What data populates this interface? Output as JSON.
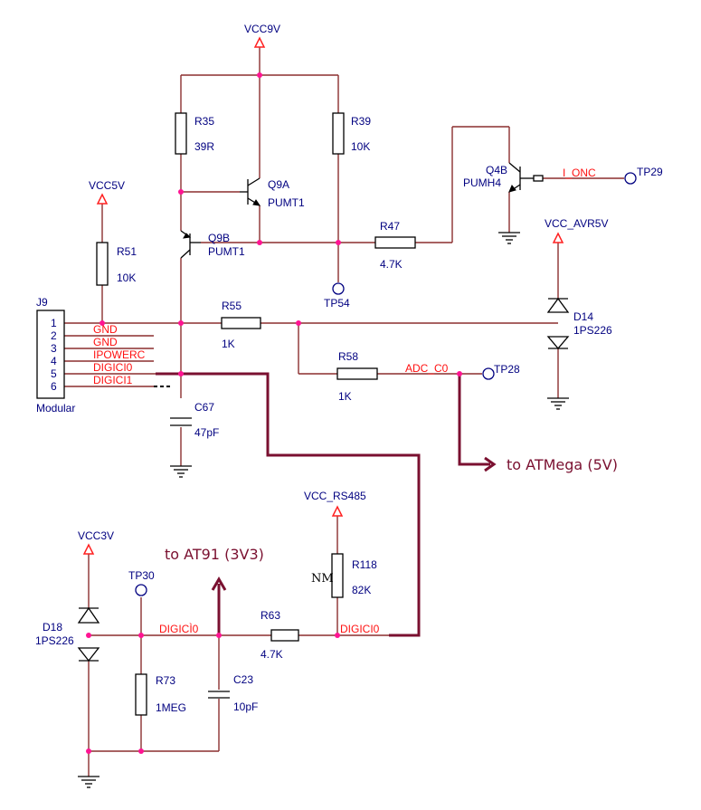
{
  "rails": {
    "vcc9v": "VCC9V",
    "vcc5v": "VCC5V",
    "vcc_avr5v": "VCC_AVR5V",
    "vcc_rs485": "VCC_RS485",
    "vcc3v": "VCC3V"
  },
  "components": {
    "r35": {
      "ref": "R35",
      "value": "39R"
    },
    "r39": {
      "ref": "R39",
      "value": "10K"
    },
    "r51": {
      "ref": "R51",
      "value": "10K"
    },
    "r47": {
      "ref": "R47",
      "value": "4.7K"
    },
    "r55": {
      "ref": "R55",
      "value": "1K"
    },
    "r58": {
      "ref": "R58",
      "value": "1K"
    },
    "r118": {
      "ref": "R118",
      "value": "82K",
      "note": "NM"
    },
    "r63": {
      "ref": "R63",
      "value": "4.7K"
    },
    "r73": {
      "ref": "R73",
      "value": "1MEG"
    },
    "c67": {
      "ref": "C67",
      "value": "47pF"
    },
    "c23": {
      "ref": "C23",
      "value": "10pF"
    },
    "q9a": {
      "ref": "Q9A",
      "part": "PUMT1"
    },
    "q9b": {
      "ref": "Q9B",
      "part": "PUMT1"
    },
    "q4b": {
      "ref": "Q4B",
      "part": "PUMH4"
    },
    "d14": {
      "ref": "D14",
      "part": "1PS226"
    },
    "d18": {
      "ref": "D18",
      "part": "1PS226"
    }
  },
  "connector": {
    "ref": "J9",
    "name": "Modular",
    "pins": [
      "1",
      "2",
      "3",
      "4",
      "5",
      "6"
    ],
    "nets": [
      "GND",
      "GND",
      "IPOWERC",
      "DIGICI0",
      "DIGICI1"
    ]
  },
  "test_points": {
    "tp29": "TP29",
    "tp54": "TP54",
    "tp28": "TP28",
    "tp30": "TP30"
  },
  "nets": {
    "i_onc": "I_ONC",
    "adc_c0": "ADC_C0",
    "digici0_left": "DIGICÌ0",
    "digici0_right": "DIGICI0"
  },
  "annotations": {
    "to_atmega": "to ATMega (5V)",
    "to_at91": "to AT91 (3V3)"
  },
  "colors": {
    "wire": "#8b2f2f",
    "component": "#000000",
    "label": "#000080",
    "net_label": "#ff1010",
    "junction": "#ff1493",
    "bus_arrow": "#7a1030"
  }
}
